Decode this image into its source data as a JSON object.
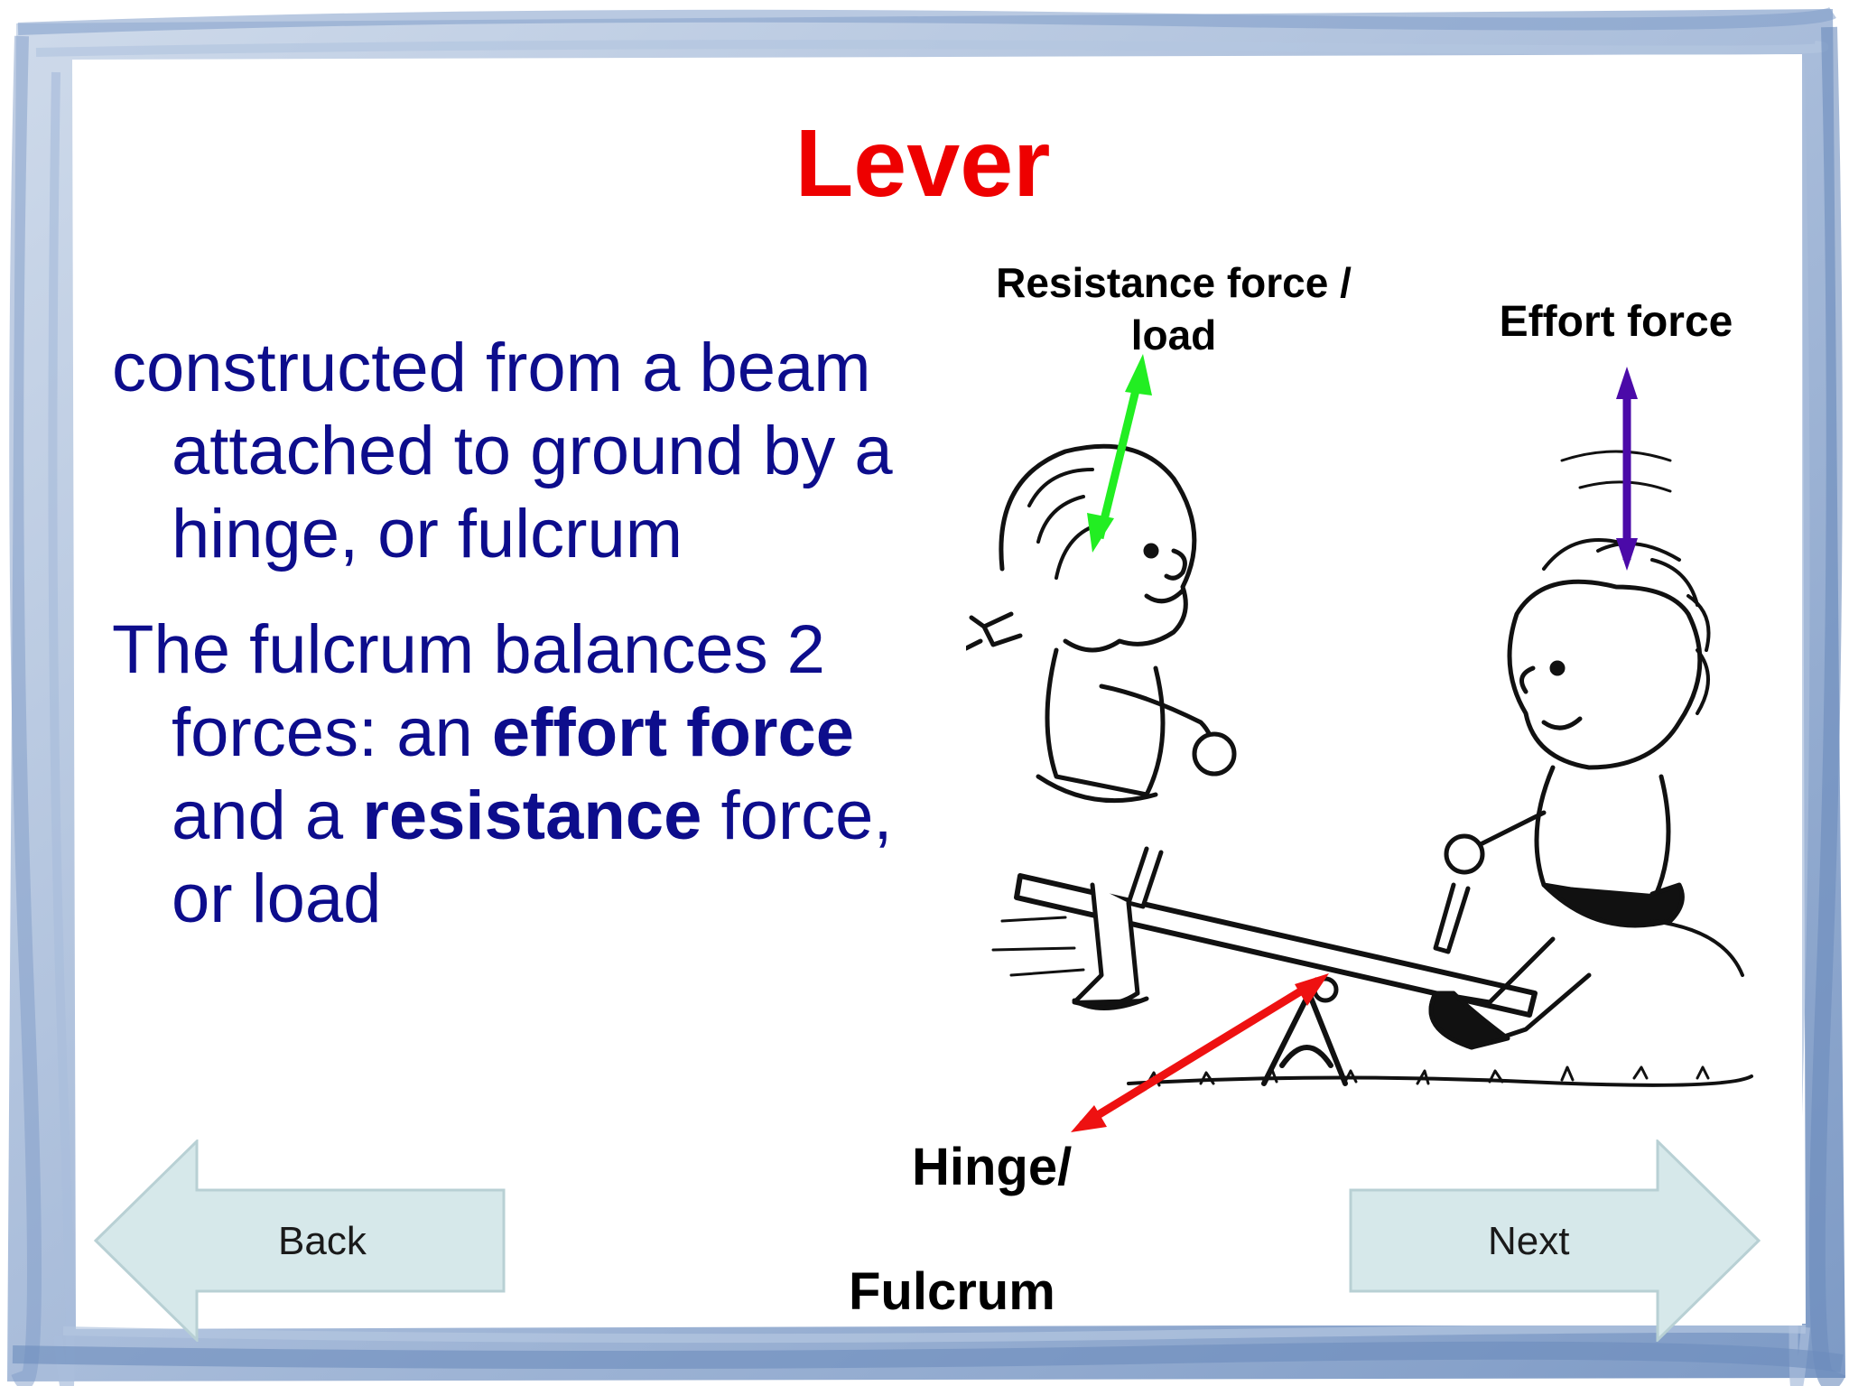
{
  "slide": {
    "title": "Lever",
    "paragraphs": [
      {
        "part1": "constructed from a beam attached to ground by a hinge, or fulcrum"
      },
      {
        "part1": "The fulcrum balances 2 forces: an ",
        "effort_bold": "effort force",
        "part2": " and a ",
        "resistance_bold": "resistance",
        "part3": " force, or load"
      }
    ]
  },
  "diagram": {
    "resistance_label": "Resistance force / load",
    "effort_label": "Effort force",
    "hinge_label": "Hinge/",
    "fulcrum_label": "Fulcrum",
    "arrow_colors": {
      "resistance": "#22ee22",
      "effort": "#4b0aa8",
      "fulcrum": "#ee1111"
    }
  },
  "navigation": {
    "back_label": "Back",
    "next_label": "Next"
  },
  "colors": {
    "title": "#ee0000",
    "body_text": "#0d0d8c",
    "frame": "#8aa6cf",
    "nav_fill": "#d6e8ea"
  }
}
